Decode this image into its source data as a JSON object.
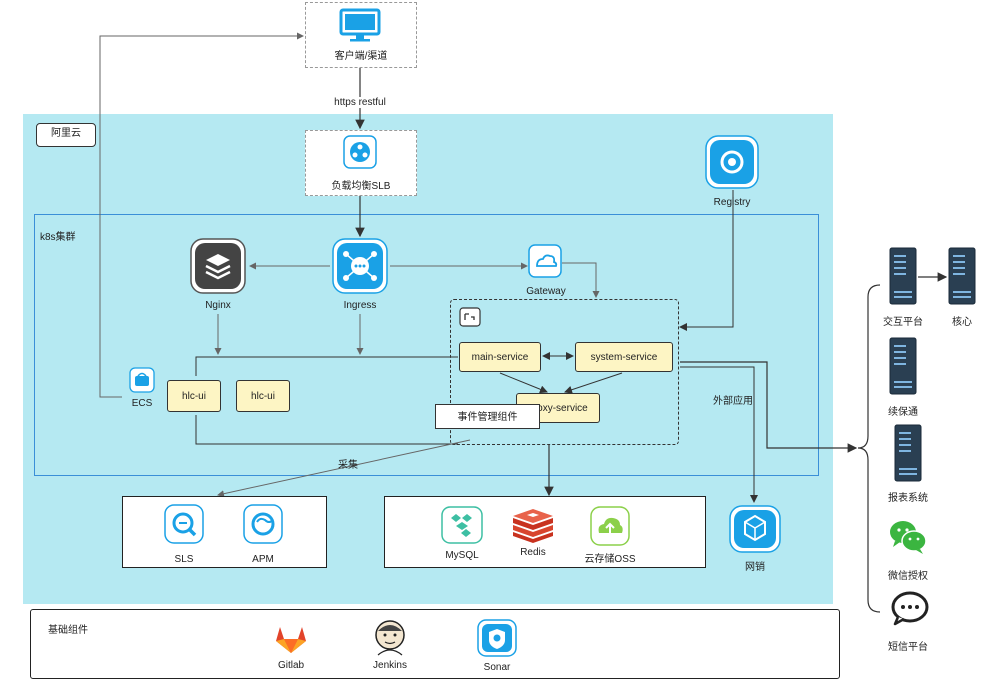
{
  "nodes": {
    "client": "客户端/渠道",
    "https_label": "https restful",
    "aliyun": "阿里云",
    "slb": "负载均衡SLB",
    "registry": "Registry",
    "k8s": "k8s集群",
    "nginx": "Nginx",
    "ingress": "Ingress",
    "gateway": "Gateway",
    "ecs": "ECS",
    "hlc_ui_1": "hlc-ui",
    "hlc_ui_2": "hlc-ui",
    "main_service": "main-service",
    "system_service": "system-service",
    "proxy_service": "proxy-service",
    "event_mgmt": "事件管理组件",
    "external_app": "外部应用",
    "collect": "采集",
    "sls": "SLS",
    "apm": "APM",
    "mysql": "MySQL",
    "redis": "Redis",
    "oss": "云存储OSS",
    "wangxiao": "网销",
    "base_components": "基础组件",
    "gitlab": "Gitlab",
    "jenkins": "Jenkins",
    "sonar": "Sonar",
    "jiaohu": "交互平台",
    "hexin": "核心",
    "xubaotong": "续保通",
    "baobiao": "报表系统",
    "weixin": "微信授权",
    "duanxin": "短信平台"
  },
  "colors": {
    "cloud_bg": "#b5e9f2",
    "k8s_border": "#3a8fd8",
    "service_fill": "#fdf5c4",
    "accent_blue": "#1aa1e6",
    "redis_red": "#d8452e",
    "wechat_green": "#3bb540"
  }
}
